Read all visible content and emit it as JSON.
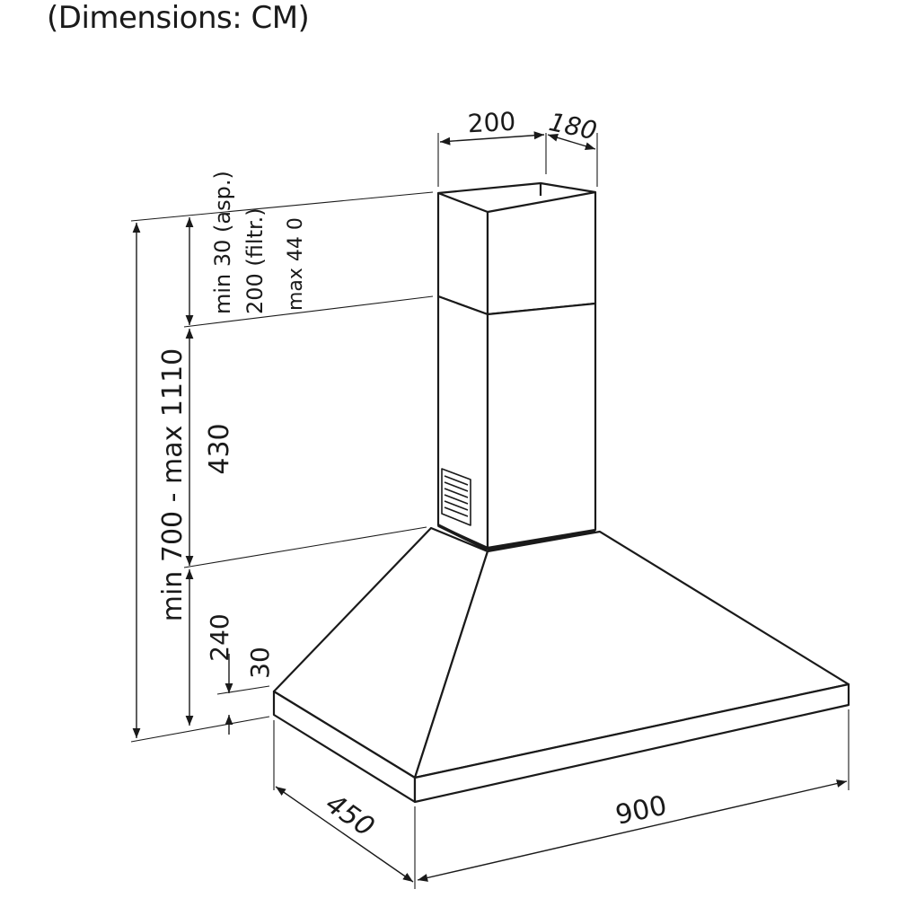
{
  "heading": "(Dimensions: CM)",
  "dimensions": {
    "chimney_width": "200",
    "chimney_depth": "180",
    "top_gap_asp": "min 30 (asp.)",
    "top_gap_filtr": "200 (filtr.)",
    "upper_max": "max 44 0",
    "chimney_height": "430",
    "total_height": "min 700 -  max 1110",
    "canopy_height": "240",
    "rim_height": "30",
    "hood_depth": "450",
    "hood_width": "900"
  },
  "colors": {
    "line": "#1a1a1a",
    "background": "#ffffff"
  }
}
